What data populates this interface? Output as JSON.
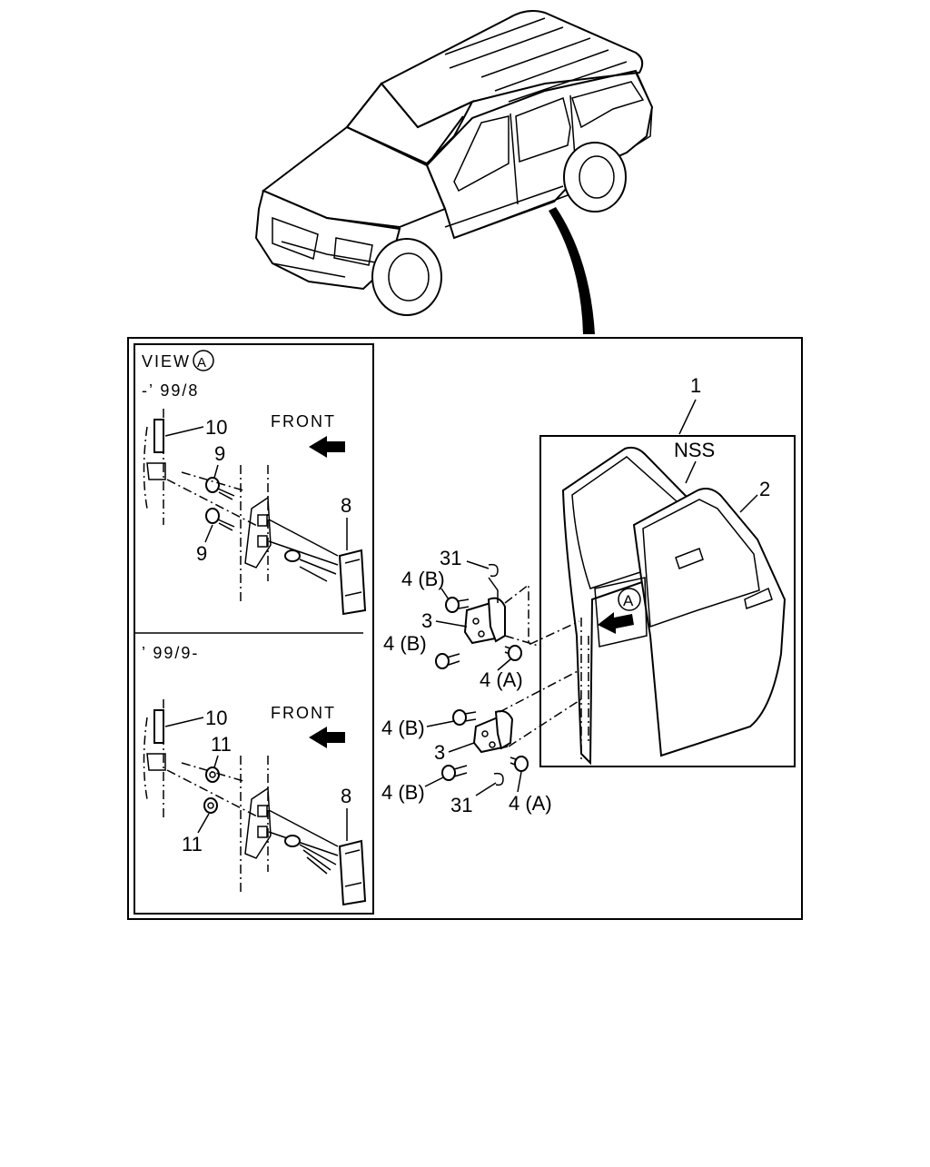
{
  "labels": {
    "part_1": "1",
    "part_2": "2",
    "nss": "NSS",
    "part_3_upper": "3",
    "part_3_lower": "3",
    "part_31_upper": "31",
    "part_31_lower": "31",
    "part_4b_1": "4 (B)",
    "part_4b_2": "4 (B)",
    "part_4b_3": "4 (B)",
    "part_4b_4": "4 (B)",
    "part_4a_1": "4 (A)",
    "part_4a_2": "4 (A)",
    "view_a_callout": "A"
  },
  "inset": {
    "view_title": "VIEW",
    "view_letter": "A",
    "early": {
      "range": "-’ 99/8",
      "front": "FRONT",
      "part_10": "10",
      "part_9_top": "9",
      "part_9_bottom": "9",
      "part_8": "8"
    },
    "late": {
      "range": "’ 99/9-",
      "front": "FRONT",
      "part_10": "10",
      "part_11_top": "11",
      "part_11_bottom": "11",
      "part_8": "8"
    }
  }
}
